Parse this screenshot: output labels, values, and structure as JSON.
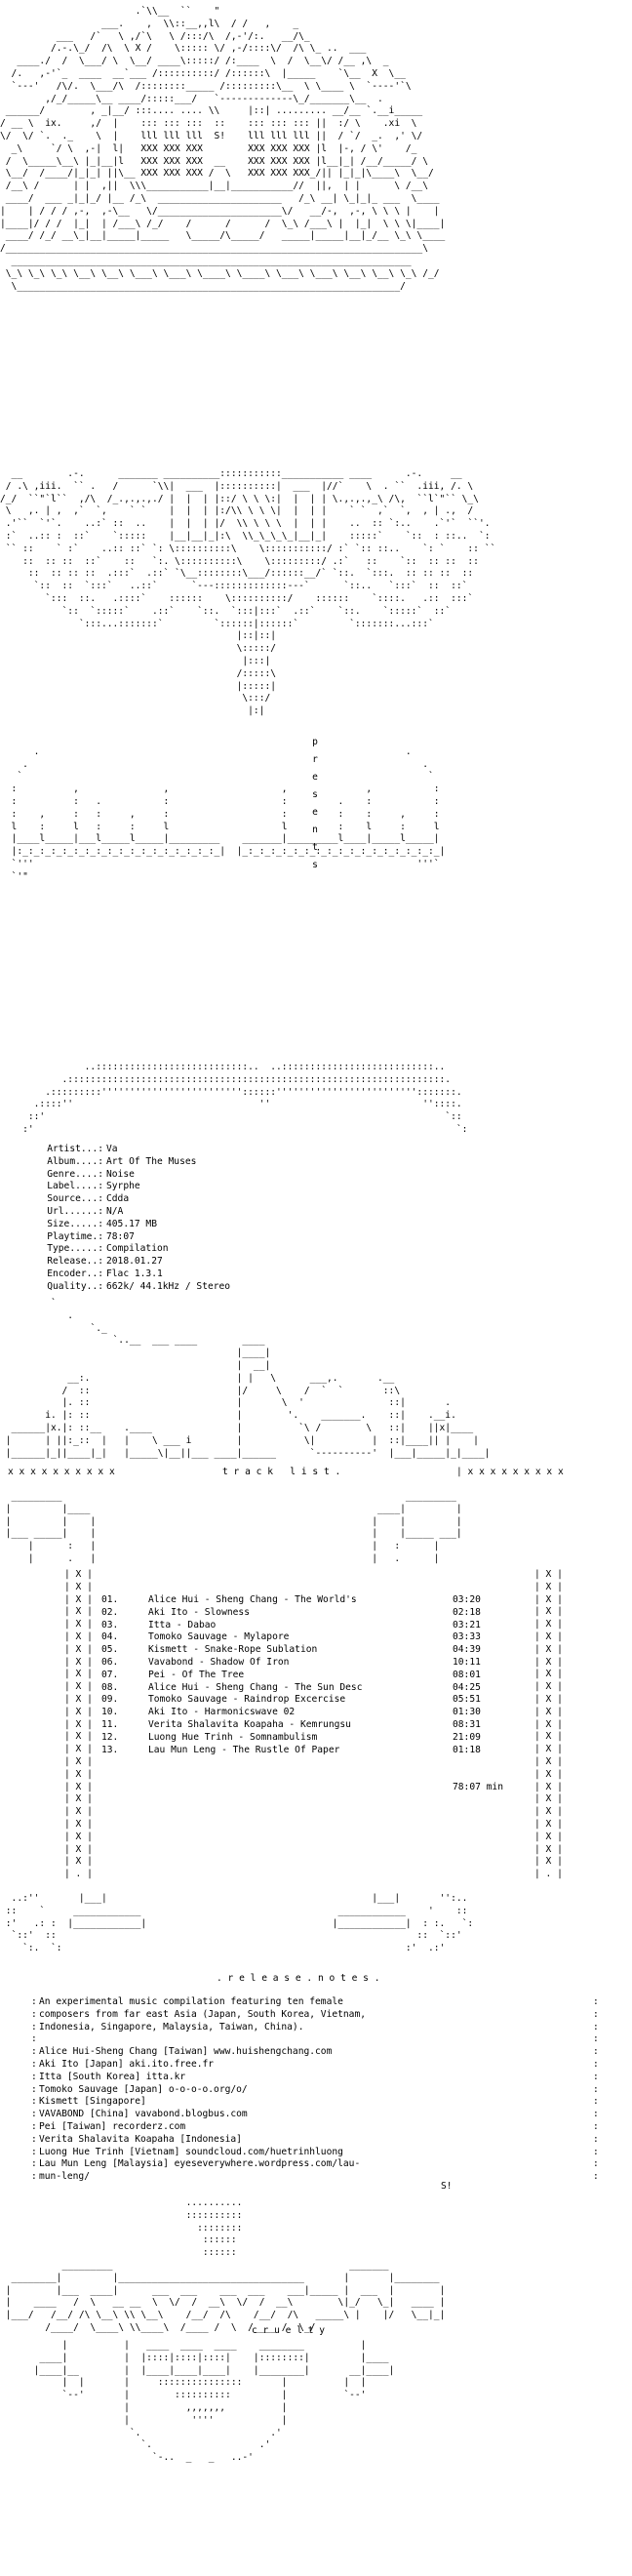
{
  "header_word": "presents",
  "release_info": [
    {
      "key": "Artist...",
      "value": "Va"
    },
    {
      "key": "Album....",
      "value": "Art Of The Muses"
    },
    {
      "key": "Genre....",
      "value": "Noise"
    },
    {
      "key": "Label....",
      "value": "Syrphe"
    },
    {
      "key": "Source...",
      "value": "Cdda"
    },
    {
      "key": "Url......",
      "value": "N/A"
    },
    {
      "key": "Size.....",
      "value": "405.17 MB"
    },
    {
      "key": "Playtime.",
      "value": "78:07"
    },
    {
      "key": "Type.....",
      "value": "Compilation"
    },
    {
      "key": "Release..",
      "value": "2018.01.27"
    },
    {
      "key": "Encoder..",
      "value": "Flac 1.3.1"
    },
    {
      "key": "Quality..",
      "value": "662k/ 44.1kHz / Stereo"
    }
  ],
  "tracklist_label": "t r a c k   l i s t .",
  "tracks": [
    {
      "num": "01.",
      "title": "Alice Hui - Sheng Chang - The World's",
      "time": "03:20"
    },
    {
      "num": "02.",
      "title": "Aki Ito  -  Slowness",
      "time": "02:18"
    },
    {
      "num": "03.",
      "title": "Itta  -  Dabao",
      "time": "03:21"
    },
    {
      "num": "04.",
      "title": "Tomoko Sauvage  -  Mylapore",
      "time": "03:33"
    },
    {
      "num": "05.",
      "title": "Kismett  -  Snake-Rope Sublation",
      "time": "04:39"
    },
    {
      "num": "06.",
      "title": "Vavabond  -  Shadow Of Iron",
      "time": "10:11"
    },
    {
      "num": "07.",
      "title": "Pei  -  Of The Tree",
      "time": "08:01"
    },
    {
      "num": "08.",
      "title": "Alice Hui - Sheng Chang - The Sun Desc",
      "time": "04:25"
    },
    {
      "num": "09.",
      "title": "Tomoko Sauvage  -  Raindrop Excercise",
      "time": "05:51"
    },
    {
      "num": "10.",
      "title": "Aki Ito  -  Harmonicswave 02",
      "time": "01:30"
    },
    {
      "num": "11.",
      "title": "Verita Shalavita Koapaha  -  Kemrungsu",
      "time": "08:31"
    },
    {
      "num": "12.",
      "title": "Luong Hue Trinh  -  Somnambulism",
      "time": "21:09"
    },
    {
      "num": "13.",
      "title": "Lau Mun Leng  -  The Rustle Of Paper",
      "time": "01:18"
    }
  ],
  "total_time": "78:07 min",
  "release_notes_label": ". r e l e a s e . n o t e s .",
  "release_notes": [
    "An experimental music compilation featuring ten female",
    "composers from far east Asia (Japan, South Korea, Vietnam,",
    "Indonesia, Singapore, Malaysia, Taiwan, China).",
    "",
    "Alice Hui-Sheng Chang [Taiwan] www.huishengchang.com",
    "Aki Ito [Japan] aki.ito.free.fr",
    "Itta [South Korea] itta.kr",
    "Tomoko Sauvage [Japan] o-o-o-o.org/o/",
    "Kismett [Singapore]",
    "VAVABOND [China] vavabond.blogbus.com",
    "Pei [Taiwan] recorderz.com",
    "Verita Shalavita Koapaha [Indonesia]",
    "Luong Hue Trinh [Vietnam] soundcloud.com/huetrinhluong",
    "Lau Mun Leng [Malaysia] eyeseverywhere.wordpress.com/lau-",
    "mun-leng/"
  ],
  "footer_word": "c r u e l t y",
  "footer_tag": "S!"
}
